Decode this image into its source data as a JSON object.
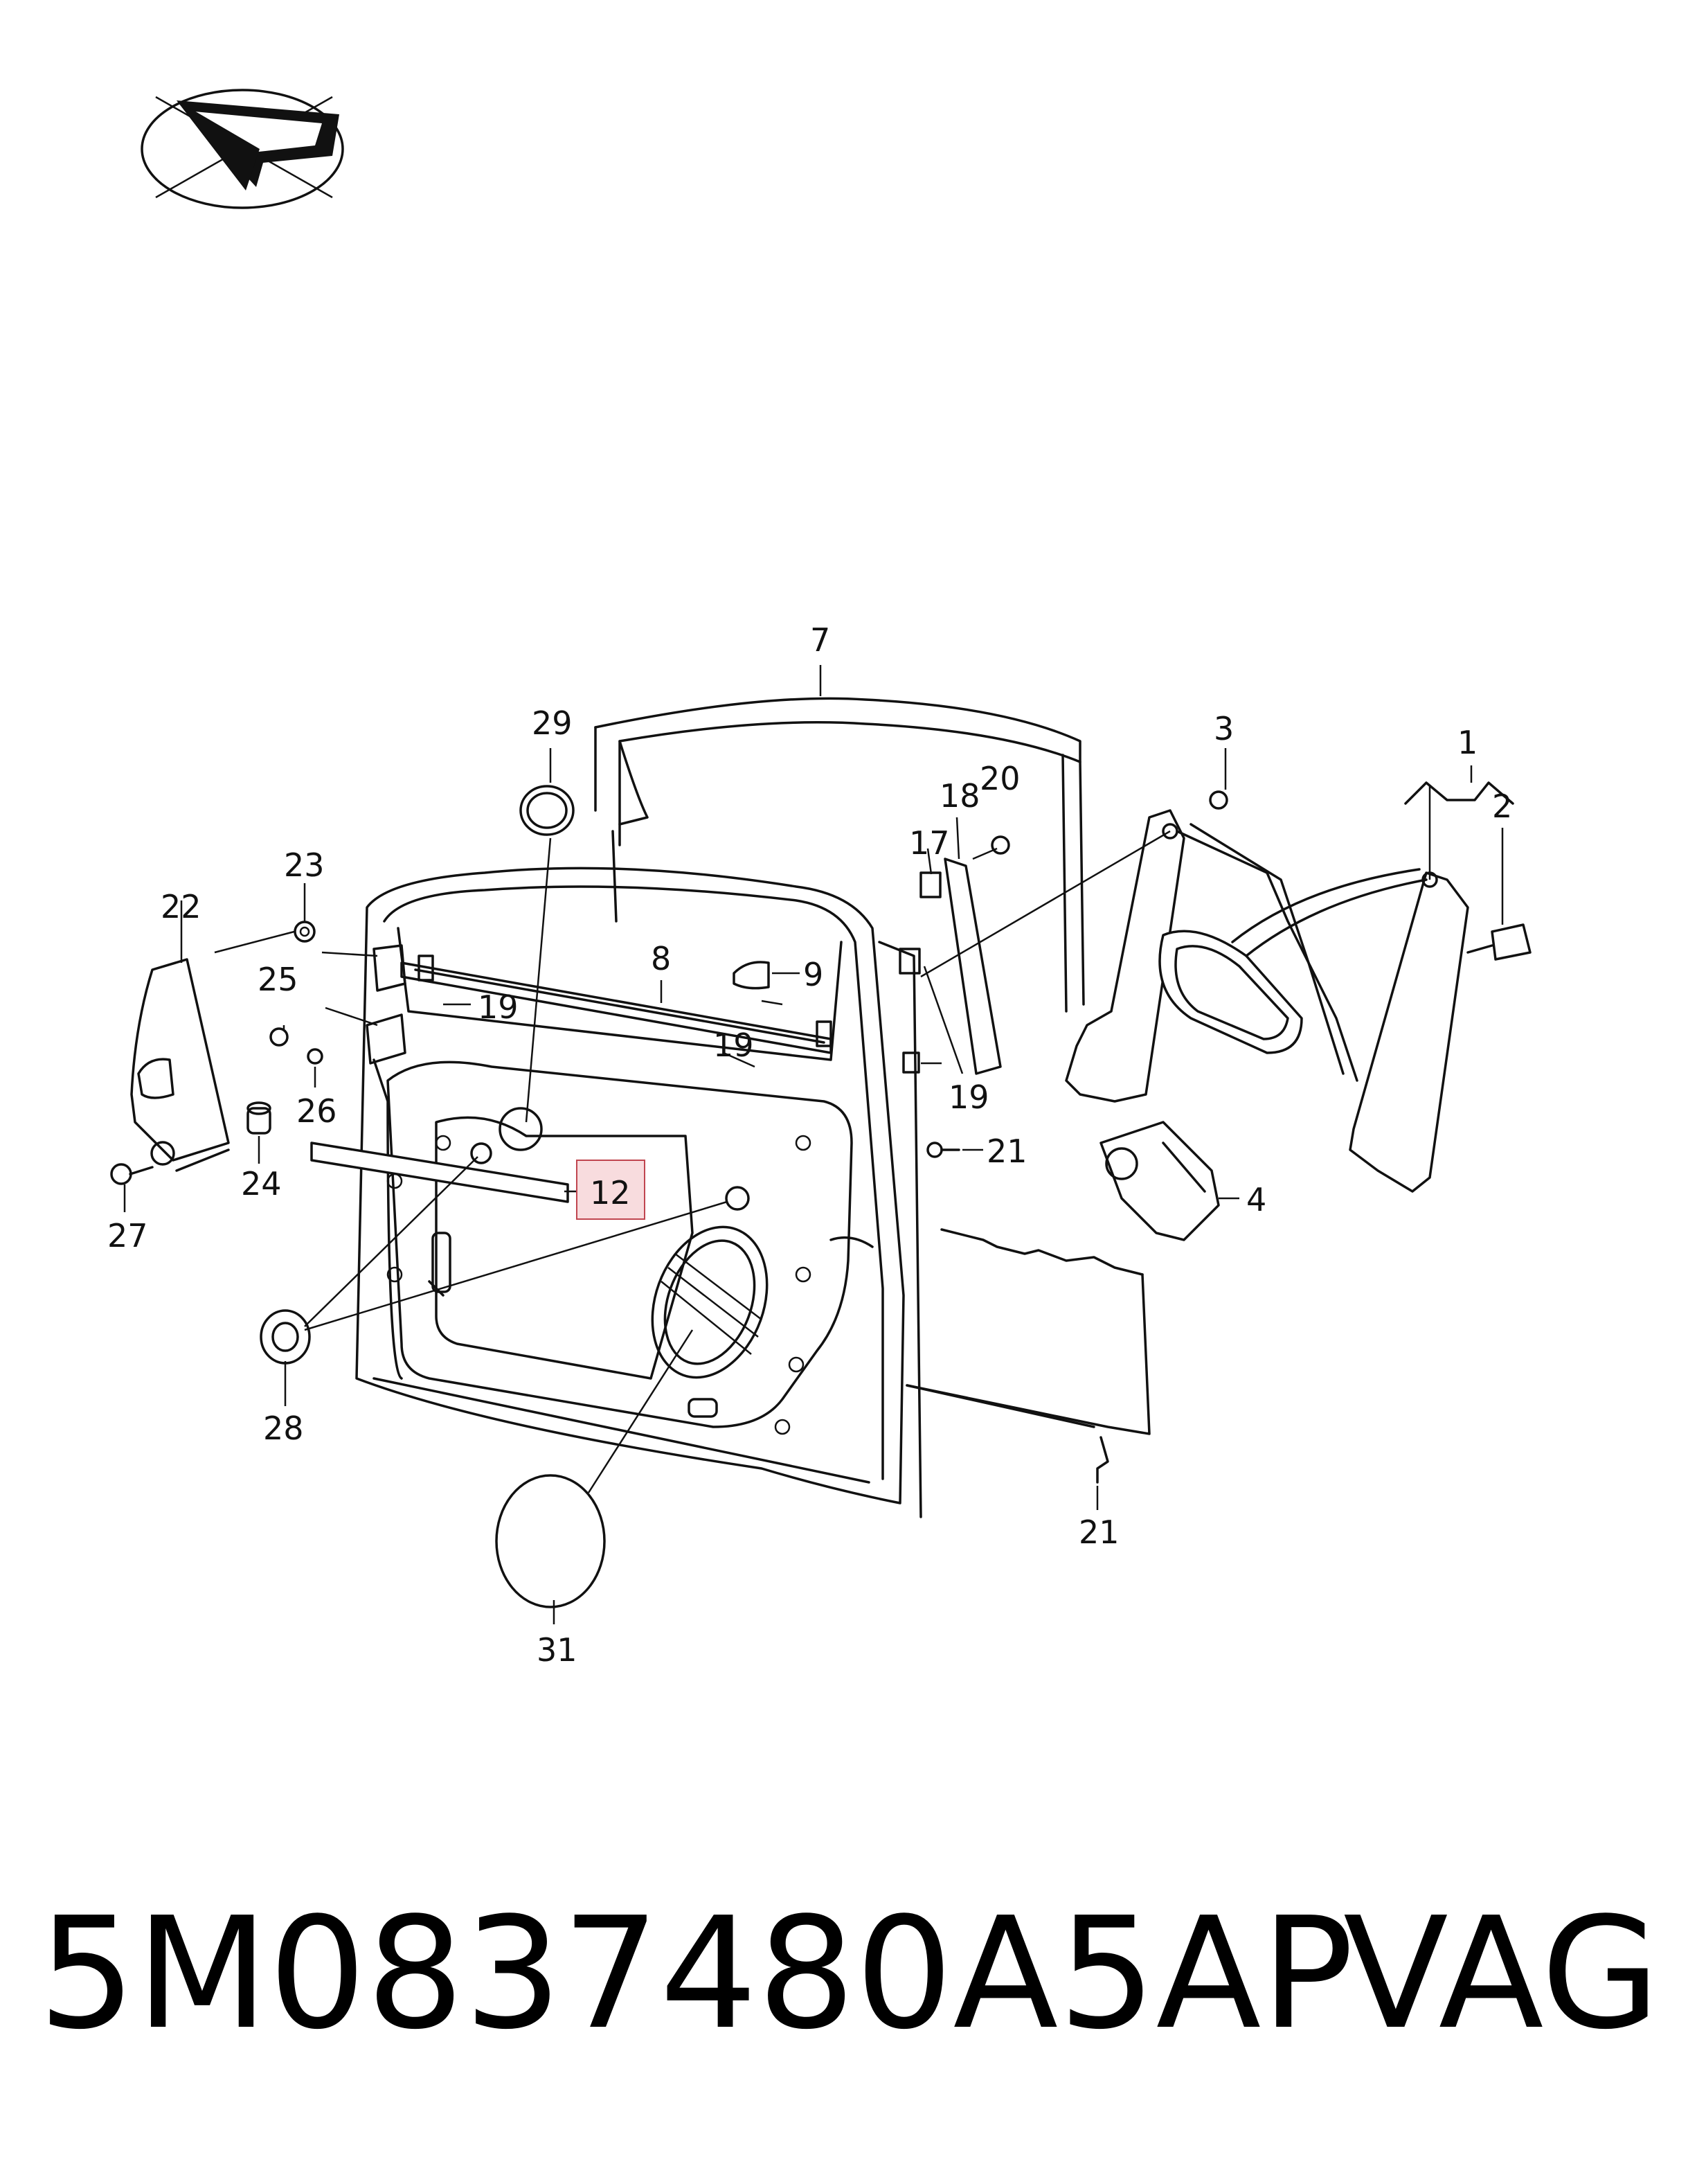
{
  "diagram": {
    "callouts": [
      {
        "id": "c1",
        "label": "1"
      },
      {
        "id": "c2",
        "label": "2"
      },
      {
        "id": "c3",
        "label": "3"
      },
      {
        "id": "c4",
        "label": "4"
      },
      {
        "id": "c7",
        "label": "7"
      },
      {
        "id": "c8",
        "label": "8"
      },
      {
        "id": "c9",
        "label": "9"
      },
      {
        "id": "c12",
        "label": "12",
        "highlight": "#f8dcde"
      },
      {
        "id": "c17",
        "label": "17"
      },
      {
        "id": "c18",
        "label": "18"
      },
      {
        "id": "c19a",
        "label": "19"
      },
      {
        "id": "c19b",
        "label": "19"
      },
      {
        "id": "c19c",
        "label": "19"
      },
      {
        "id": "c20",
        "label": "20"
      },
      {
        "id": "c21a",
        "label": "21"
      },
      {
        "id": "c21b",
        "label": "21"
      },
      {
        "id": "c22",
        "label": "22"
      },
      {
        "id": "c23",
        "label": "23"
      },
      {
        "id": "c24",
        "label": "24"
      },
      {
        "id": "c25",
        "label": "25"
      },
      {
        "id": "c26",
        "label": "26"
      },
      {
        "id": "c27",
        "label": "27"
      },
      {
        "id": "c28",
        "label": "28"
      },
      {
        "id": "c29",
        "label": "29"
      },
      {
        "id": "c31",
        "label": "31"
      }
    ],
    "highlight_color": "#f8dcde",
    "highlight_border": "#c0454f"
  },
  "footer": {
    "part_number": "5M0837480A5AP",
    "brand": "VAG"
  }
}
